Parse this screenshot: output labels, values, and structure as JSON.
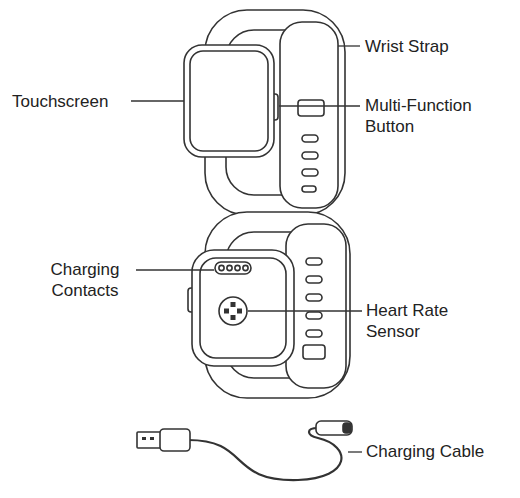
{
  "diagram": {
    "labels": [
      "Wrist Strap",
      "Touchscreen",
      "Multi-Function Button",
      "Charging Contacts",
      "Heart Rate Sensor",
      "Charging Cable"
    ]
  }
}
